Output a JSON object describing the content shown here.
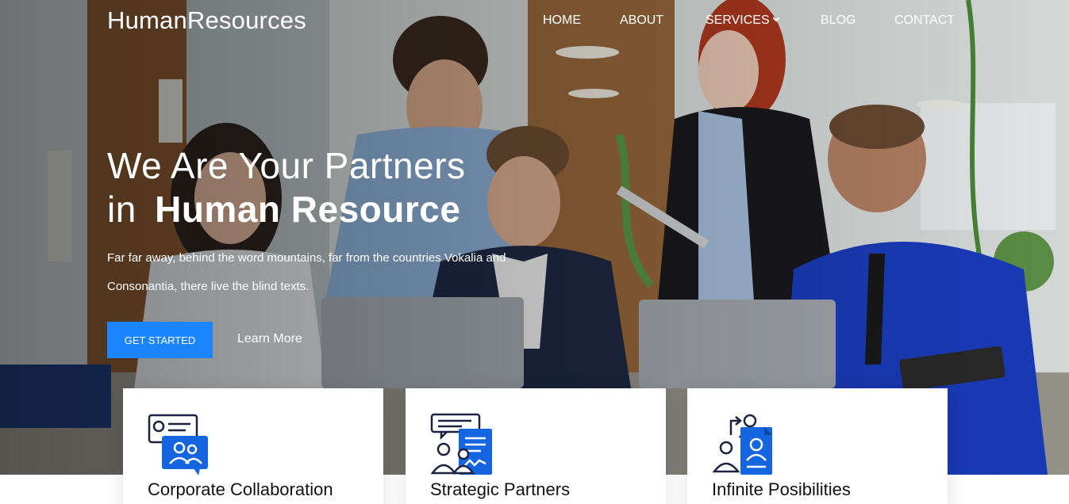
{
  "brand": {
    "name": "HumanResources"
  },
  "nav": {
    "items": [
      {
        "label": "HOME"
      },
      {
        "label": "ABOUT"
      },
      {
        "label": "SERVICES"
      },
      {
        "label": "BLOG"
      },
      {
        "label": "CONTACT"
      }
    ]
  },
  "hero": {
    "headline_line1": "We Are Your Partners",
    "headline_prefix": "in",
    "headline_bold": "Human Resource",
    "subtext": "Far far away, behind the word mountains, far from the countries Vokalia and Consonantia, there live the blind texts.",
    "primary_button": "GET STARTED",
    "secondary_link": "Learn More"
  },
  "features": [
    {
      "title": "Corporate Collaboration",
      "icon": "collaboration-icon"
    },
    {
      "title": "Strategic Partners",
      "icon": "partnership-document-icon"
    },
    {
      "title": "Infinite Posibilities",
      "icon": "people-transfer-icon"
    }
  ],
  "colors": {
    "accent": "#1b84ff",
    "icon_dark": "#1c2340",
    "icon_blue": "#1565e0"
  }
}
